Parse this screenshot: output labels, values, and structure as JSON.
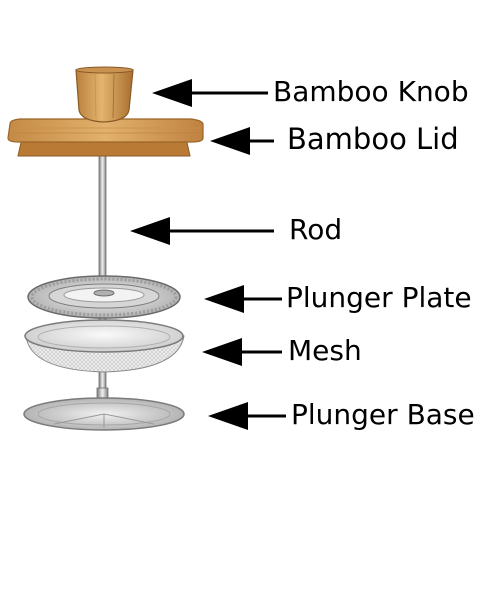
{
  "labels": {
    "knob": "Bamboo Knob",
    "lid": "Bamboo Lid",
    "rod": "Rod",
    "plunger_plate": "Plunger Plate",
    "mesh": "Mesh",
    "plunger_base": "Plunger Base"
  },
  "colors": {
    "bamboo_light": "#d9a65e",
    "bamboo_dark": "#b87a35",
    "steel_light": "#e6e6e6",
    "steel_dark": "#8c8c8c",
    "arrow": "#000000"
  }
}
